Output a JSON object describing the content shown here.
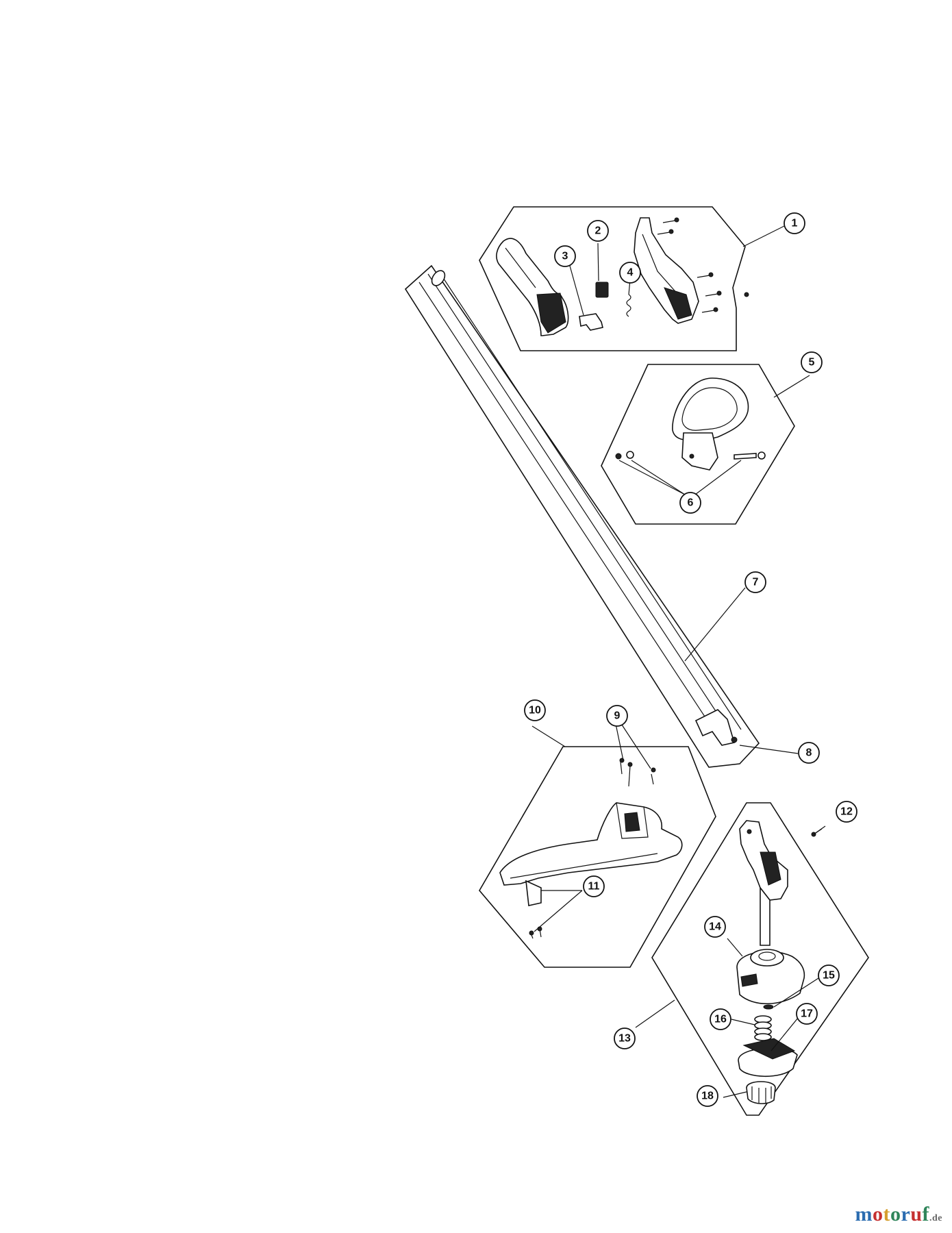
{
  "callouts": [
    {
      "id": "1",
      "label": "1"
    },
    {
      "id": "2",
      "label": "2"
    },
    {
      "id": "3",
      "label": "3"
    },
    {
      "id": "4",
      "label": "4"
    },
    {
      "id": "5",
      "label": "5"
    },
    {
      "id": "6",
      "label": "6"
    },
    {
      "id": "7",
      "label": "7"
    },
    {
      "id": "8",
      "label": "8"
    },
    {
      "id": "9",
      "label": "9"
    },
    {
      "id": "10",
      "label": "10"
    },
    {
      "id": "11",
      "label": "11"
    },
    {
      "id": "12",
      "label": "12"
    },
    {
      "id": "13",
      "label": "13"
    },
    {
      "id": "14",
      "label": "14"
    },
    {
      "id": "15",
      "label": "15"
    },
    {
      "id": "16",
      "label": "16"
    },
    {
      "id": "17",
      "label": "17"
    },
    {
      "id": "18",
      "label": "18"
    }
  ],
  "watermark": {
    "letters": [
      "m",
      "o",
      "t",
      "o",
      "r",
      "u",
      "f"
    ],
    "letter_colors": [
      "#2b6cb0",
      "#c53030",
      "#d69e2e",
      "#2f855a",
      "#2b6cb0",
      "#c53030",
      "#2f855a"
    ],
    "suffix": ".de"
  }
}
